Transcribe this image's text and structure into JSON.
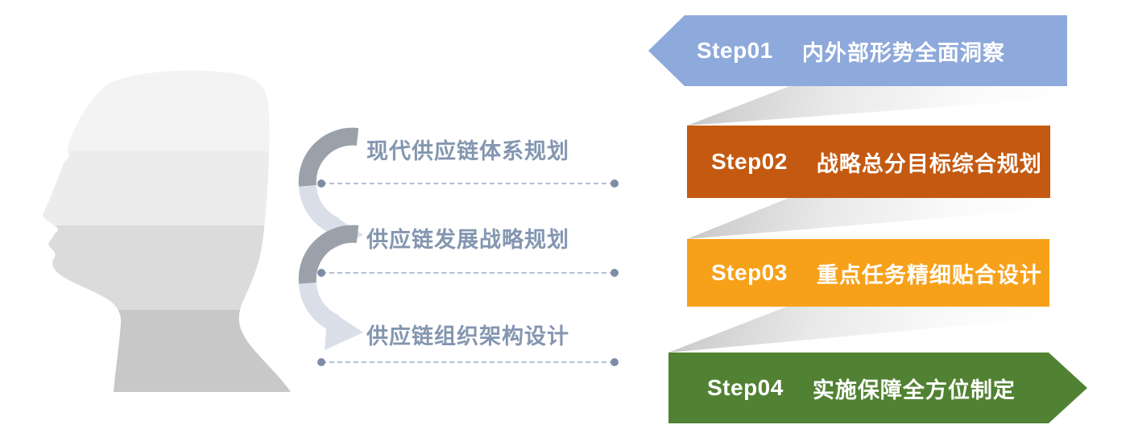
{
  "diagram": {
    "middle_items": [
      {
        "label": "现代供应链体系规划"
      },
      {
        "label": "供应链发展战略规划"
      },
      {
        "label": "供应链组织架构设计"
      }
    ],
    "steps": [
      {
        "step": "Step01",
        "title": "内外部形势全面洞察",
        "color": "#8EA9DB"
      },
      {
        "step": "Step02",
        "title": "战略总分目标综合规划",
        "color": "#C45A11"
      },
      {
        "step": "Step03",
        "title": "重点任务精细贴合设计",
        "color": "#F7A11A"
      },
      {
        "step": "Step04",
        "title": "实施保障全方位制定",
        "color": "#518233"
      }
    ],
    "head": {
      "bands": [
        "#F3F3F3",
        "#ECECEC",
        "#DBDBDB",
        "#C8C8C8"
      ]
    },
    "colors": {
      "label_text": "#8496B0",
      "step_text": "#FFFFFF",
      "dotted_line": "#B3C0D3",
      "line_dot": "#7D8DA6",
      "arrow_dark": "#9AA1AA",
      "arrow_light": "#D9DEE9",
      "fold_shadow": "#C8C8C8",
      "background": "#FFFFFF"
    }
  }
}
